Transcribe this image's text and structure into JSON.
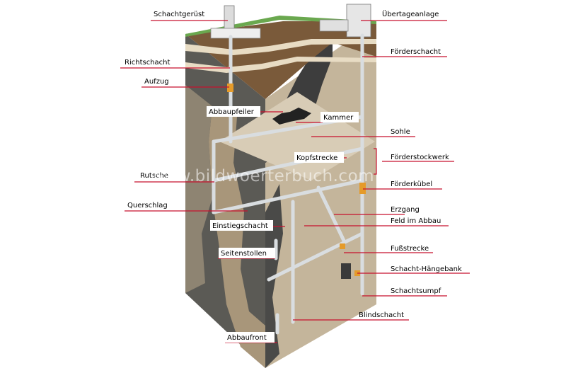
{
  "watermark": "www.bildwoerterbuch.com",
  "colors": {
    "leader": "#c8102e",
    "label_box_bg": "#ffffff",
    "grass": "#6aa84f",
    "rock_light": "#c4b59b",
    "rock_mid": "#a8967a",
    "rock_dark": "#5b5a55",
    "ore_dark": "#3d3d3d",
    "soil_brown": "#7a5a3a",
    "pipe": "#d9dde0"
  },
  "labels": {
    "schachtgeruest": "Schachtgerüst",
    "uebertageanlage": "Übertageanlage",
    "richtschacht": "Richtschacht",
    "foerderschacht": "Förderschacht",
    "aufzug": "Aufzug",
    "abbaupfeiler": "Abbaupfeiler",
    "kammer": "Kammer",
    "sohle": "Sohle",
    "kopfstrecke": "Kopfstrecke",
    "foerderstockwerk": "Förderstockwerk",
    "rutsche": "Rutsche",
    "foerderkuebel": "Förderkübel",
    "querschlag": "Querschlag",
    "erzgang": "Erzgang",
    "einstiegschacht": "Einstiegschacht",
    "feld_im_abbau": "Feld im Abbau",
    "seitenstollen": "Seitenstollen",
    "fussstrecke": "Fußstrecke",
    "schacht_haengebank": "Schacht-Hängebank",
    "schachtsumpf": "Schachtsumpf",
    "blindschacht": "Blindschacht",
    "abbaufront": "Abbaufront"
  }
}
